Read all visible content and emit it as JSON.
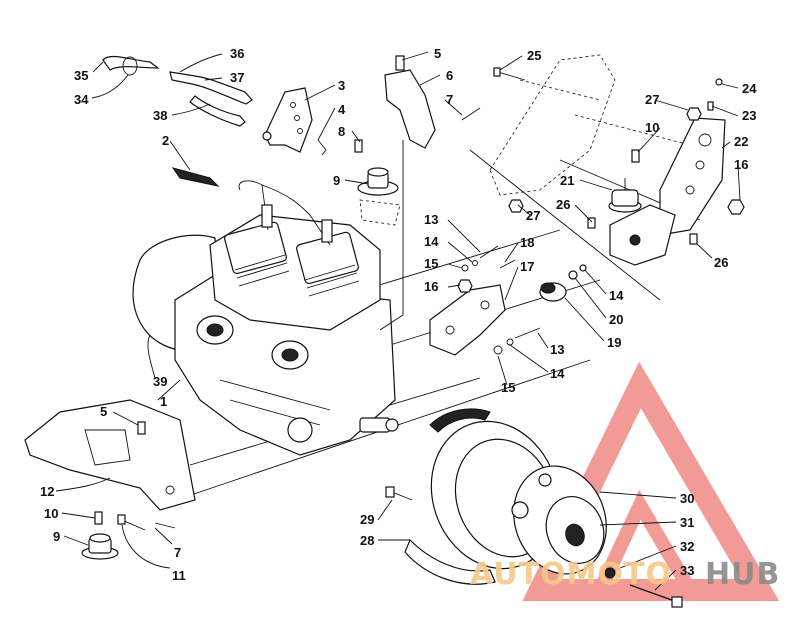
{
  "callouts": {
    "c1": "1",
    "c2": "2",
    "c3": "3",
    "c4": "4",
    "c5a": "5",
    "c5b": "5",
    "c6": "6",
    "c7a": "7",
    "c7b": "7",
    "c8": "8",
    "c9a": "9",
    "c9b": "9",
    "c10a": "10",
    "c10b": "10",
    "c11": "11",
    "c12": "12",
    "c13a": "13",
    "c13b": "13",
    "c14a": "14",
    "c14b": "14",
    "c14c": "14",
    "c15a": "15",
    "c15b": "15",
    "c16a": "16",
    "c16b": "16",
    "c17": "17",
    "c18": "18",
    "c19": "19",
    "c20": "20",
    "c21": "21",
    "c22": "22",
    "c23": "23",
    "c24": "24",
    "c25": "25",
    "c26a": "26",
    "c26b": "26",
    "c27a": "27",
    "c27b": "27",
    "c28": "28",
    "c29": "29",
    "c30": "30",
    "c31": "31",
    "c32": "32",
    "c33": "33",
    "c34": "34",
    "c35": "35",
    "c36": "36",
    "c37": "37",
    "c38": "38",
    "c39": "39"
  },
  "watermark": {
    "word_part1": "AUTOMOTO",
    "word_part2": "HUB",
    "color_part1": "#f5c98a",
    "color_part2": "#8a8a8a",
    "logo_color": "#e8483f"
  }
}
